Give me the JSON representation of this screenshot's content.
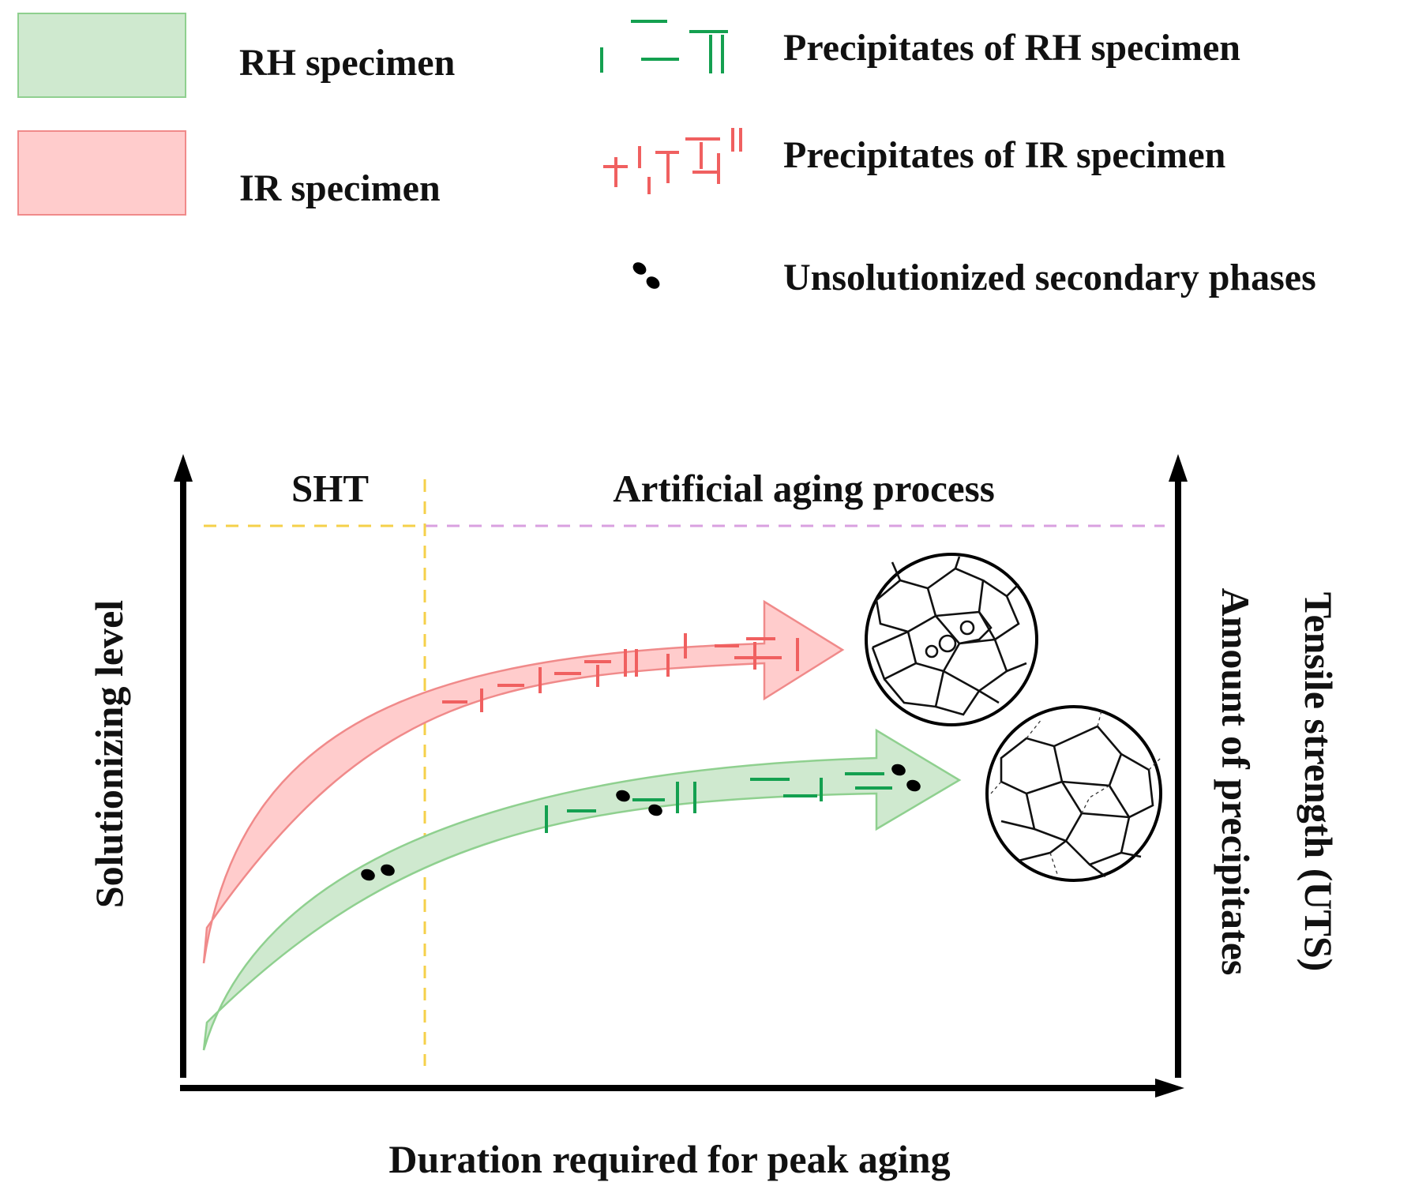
{
  "legend": {
    "rh_specimen": "RH specimen",
    "ir_specimen": "IR specimen",
    "rh_precipitates": "Precipitates of RH specimen",
    "ir_precipitates": "Precipitates of IR specimen",
    "secondary_phases": "Unsolutionized secondary phases"
  },
  "regions": {
    "sht": "SHT",
    "aging": "Artificial aging process"
  },
  "axes": {
    "x_label": "Duration required for peak aging",
    "y_left_label": "Solutionizing level",
    "y_right_label_1": "Tensile strength (UTS)",
    "y_right_label_2": "Amount of precipitates"
  },
  "colors": {
    "rh_fill": "#cfe9cf",
    "rh_stroke": "#8fd08f",
    "ir_fill": "#ffcccc",
    "ir_stroke": "#f08a8a",
    "rh_precipitate": "#14a050",
    "ir_precipitate": "#f06060",
    "sht_divider": "#f5d04a",
    "aging_divider": "#d9a0e0",
    "axis": "#000000"
  }
}
